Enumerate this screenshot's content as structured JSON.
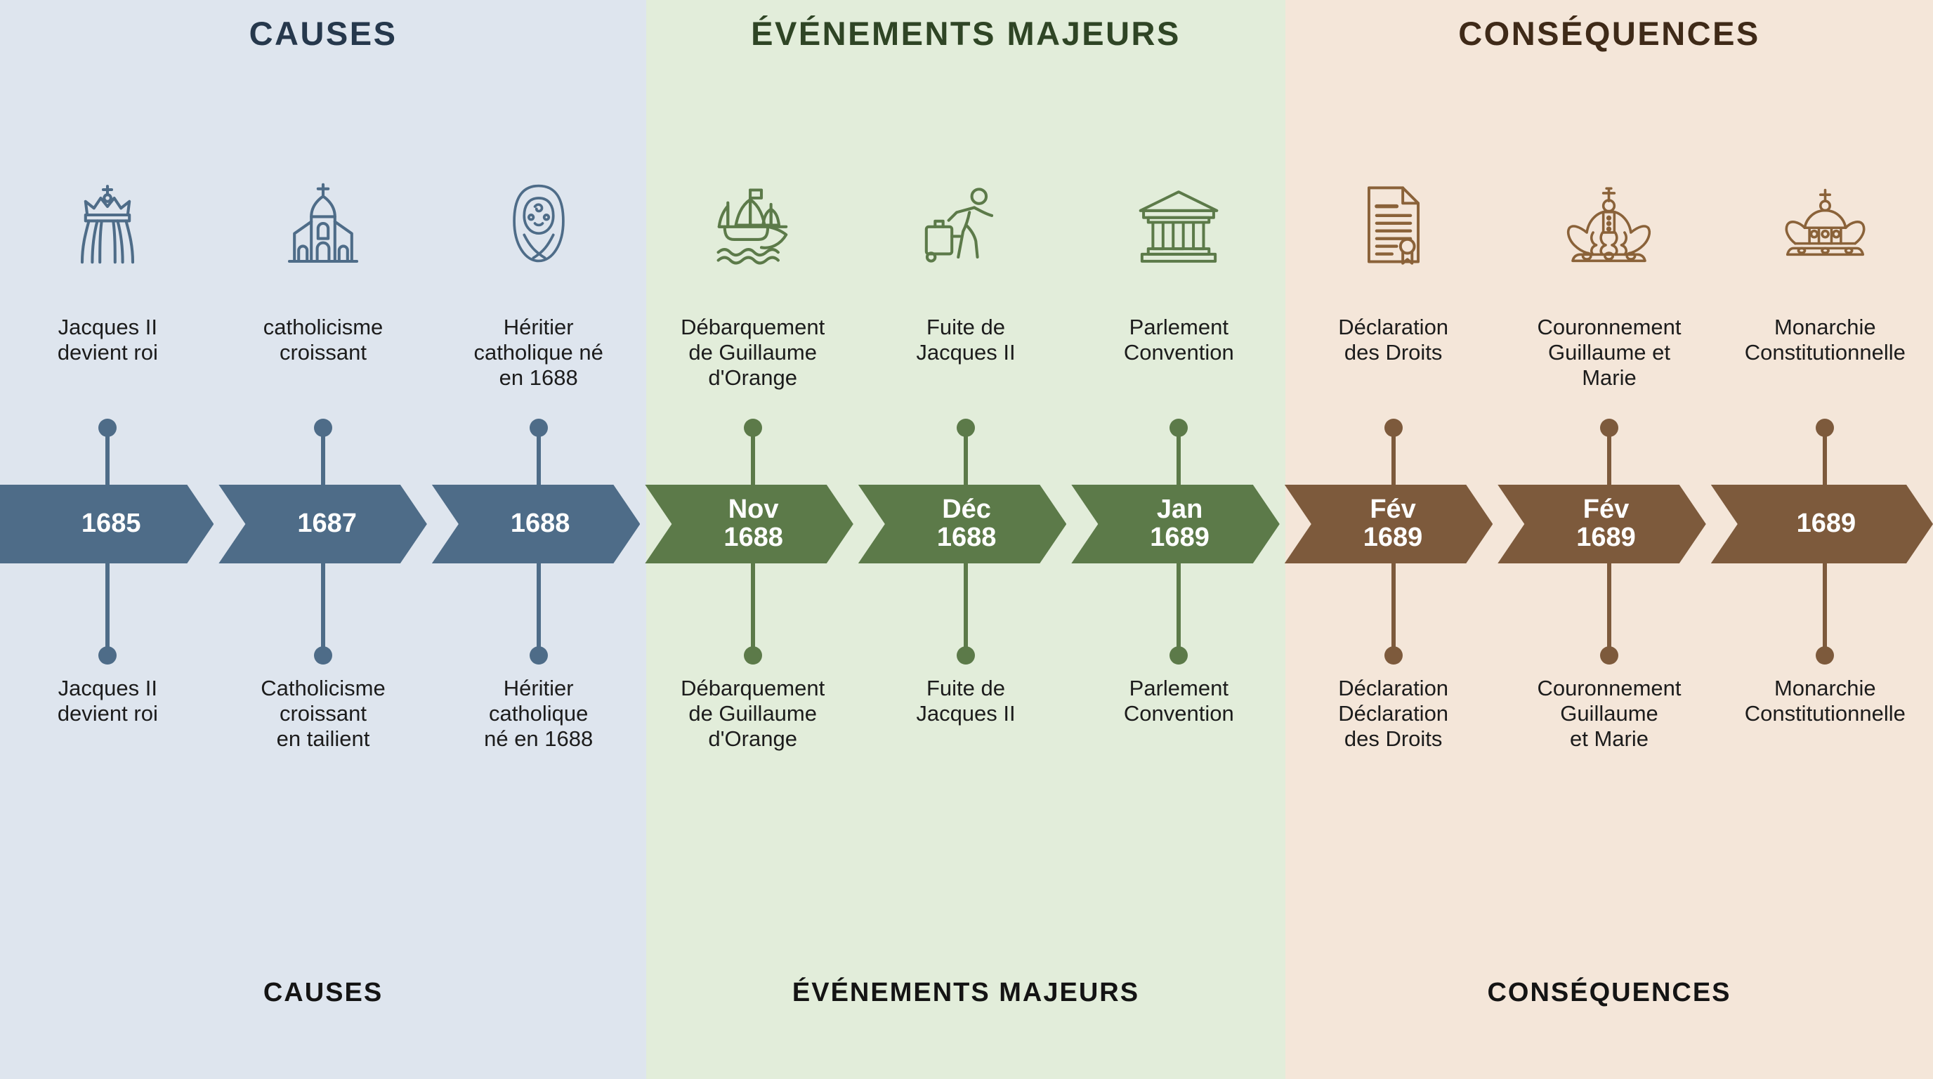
{
  "sections": [
    {
      "id": "causes",
      "header": "CAUSES",
      "footer": "CAUSES",
      "accent": "#4e6c88",
      "background": "#dee5ee",
      "items": [
        {
          "icon": "crowned-monarch-icon",
          "top_label": "Jacques II\ndevient roi",
          "date": "1685",
          "bottom_label": "Jacques II\ndevient roi"
        },
        {
          "icon": "church-icon",
          "top_label": "catholicisme\ncroissant",
          "date": "1687",
          "bottom_label": "Catholicisme\ncroissant\nen tailient"
        },
        {
          "icon": "swaddled-baby-icon",
          "top_label": "Héritier\ncatholique né\nen 1688",
          "date": "1688",
          "bottom_label": "Héritier\ncatholique\nné en 1688"
        }
      ]
    },
    {
      "id": "events",
      "header": "ÉVÉNEMENTS MAJEURS",
      "footer": "ÉVÉNEMENTS MAJEURS",
      "accent": "#5c7a49",
      "background": "#e2edda",
      "items": [
        {
          "icon": "sailing-ship-icon",
          "top_label": "Débarquement\nde Guillaume\nd'Orange",
          "date": "Nov\n1688",
          "bottom_label": "Débarquement\nde Guillaume\nd'Orange"
        },
        {
          "icon": "running-person-with-suitcase-icon",
          "top_label": "Fuite de\nJacques II",
          "date": "Déc\n1688",
          "bottom_label": "Fuite de\nJacques II"
        },
        {
          "icon": "parliament-building-icon",
          "top_label": "Parlement\nConvention",
          "date": "Jan\n1689",
          "bottom_label": "Parlement\nConvention"
        }
      ]
    },
    {
      "id": "conseq",
      "header": "CONSÉQUENCES",
      "footer": "CONSÉQUENCES",
      "accent": "#7d5a3c",
      "background": "#f4e6d9",
      "items": [
        {
          "icon": "sealed-document-icon",
          "top_label": "Déclaration\ndes Droits",
          "date": "Fév\n1689",
          "bottom_label": "Déclaration\nDéclaration\ndes Droits"
        },
        {
          "icon": "royal-crown-icon",
          "top_label": "Couronnement\nGuillaume et\nMarie",
          "date": "Fév\n1689",
          "bottom_label": "Couronnement\nGuillaume\net Marie"
        },
        {
          "icon": "imperial-crown-icon",
          "top_label": "Monarchie\nConstitutionnelle",
          "date": "1689",
          "bottom_label": "Monarchie\nConstitutionnelle"
        }
      ]
    }
  ]
}
